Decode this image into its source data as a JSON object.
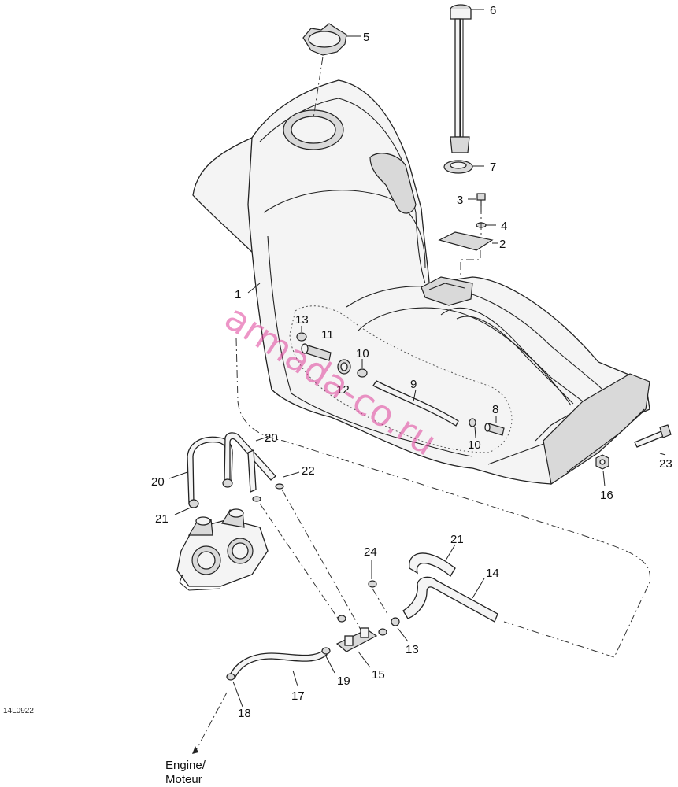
{
  "figure_code": "14L0922",
  "watermark": "armada-co.ru",
  "engine_label_line1": "Engine/",
  "engine_label_line2": "Moteur",
  "callouts": {
    "c1": "1",
    "c2": "2",
    "c3": "3",
    "c4": "4",
    "c5": "5",
    "c6": "6",
    "c7": "7",
    "c8": "8",
    "c9": "9",
    "c10a": "10",
    "c10b": "10",
    "c11": "11",
    "c12": "12",
    "c13a": "13",
    "c13b": "13",
    "c14": "14",
    "c15": "15",
    "c16": "16",
    "c17": "17",
    "c18": "18",
    "c19": "19",
    "c20a": "20",
    "c20b": "20",
    "c21a": "21",
    "c21b": "21",
    "c22": "22",
    "c23": "23",
    "c24": "24"
  },
  "colors": {
    "line": "#222222",
    "watermark": "#e0409a",
    "background": "#ffffff"
  }
}
